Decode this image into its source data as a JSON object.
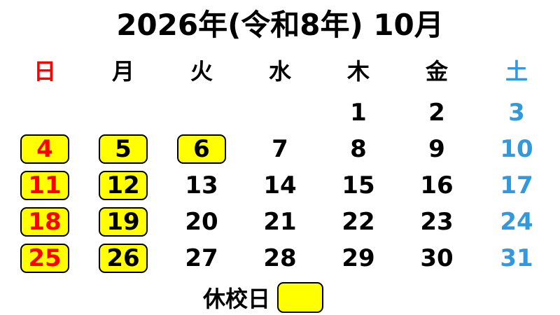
{
  "title": "2026年(令和8年) 10月",
  "weekdays": [
    {
      "label": "日",
      "color": "#ff0000"
    },
    {
      "label": "月",
      "color": "#000000"
    },
    {
      "label": "火",
      "color": "#000000"
    },
    {
      "label": "水",
      "color": "#000000"
    },
    {
      "label": "木",
      "color": "#000000"
    },
    {
      "label": "金",
      "color": "#000000"
    },
    {
      "label": "土",
      "color": "#3399dd"
    }
  ],
  "weeks": [
    [
      "",
      "",
      "",
      "",
      "1",
      "2",
      "3"
    ],
    [
      "4",
      "5",
      "6",
      "7",
      "8",
      "9",
      "10"
    ],
    [
      "11",
      "12",
      "13",
      "14",
      "15",
      "16",
      "17"
    ],
    [
      "18",
      "19",
      "20",
      "21",
      "22",
      "23",
      "24"
    ],
    [
      "25",
      "26",
      "27",
      "28",
      "29",
      "30",
      "31"
    ]
  ],
  "holidays": [
    "4",
    "5",
    "6",
    "11",
    "12",
    "18",
    "19",
    "25",
    "26"
  ],
  "colors": {
    "sunday": "#ff0000",
    "saturday": "#3399dd",
    "weekday": "#000000",
    "holiday_fill": "#ffff00"
  },
  "legend": {
    "label": "休校日"
  }
}
